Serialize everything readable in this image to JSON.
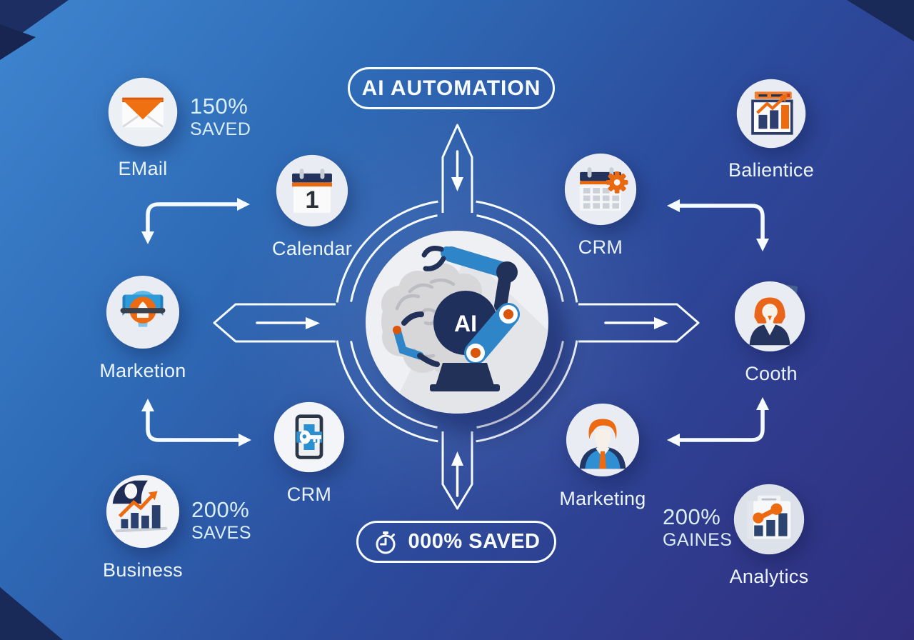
{
  "title": "AI AUTOMATION",
  "center": {
    "ai_label": "AI"
  },
  "badge": {
    "text": "000% SAVED"
  },
  "nodes": {
    "email": {
      "label": "EMail",
      "stat_value": "150%",
      "stat_caption": "SAVED"
    },
    "calendar": {
      "label": "Calendar",
      "day": "1"
    },
    "crm_top": {
      "label": "CRM"
    },
    "balientice": {
      "label": "Balientice"
    },
    "marketion": {
      "label": "Marketion"
    },
    "cooth": {
      "label": "Cooth"
    },
    "crm_bottom": {
      "label": "CRM"
    },
    "marketing": {
      "label": "Marketing"
    },
    "business": {
      "label": "Business",
      "stat_value": "200%",
      "stat_caption": "SAVES"
    },
    "analytics": {
      "label": "Analytics",
      "stat_value": "200%",
      "stat_caption": "GAINES"
    }
  },
  "colors": {
    "background_top_left": "#3f85cf",
    "background_bottom_right": "#312e7e",
    "accent_orange": "#ed6a11",
    "navy": "#24335c",
    "icon_blue": "#2f8fd2",
    "line_white": "#f6fbff",
    "stat_text": "#d9eef8"
  }
}
